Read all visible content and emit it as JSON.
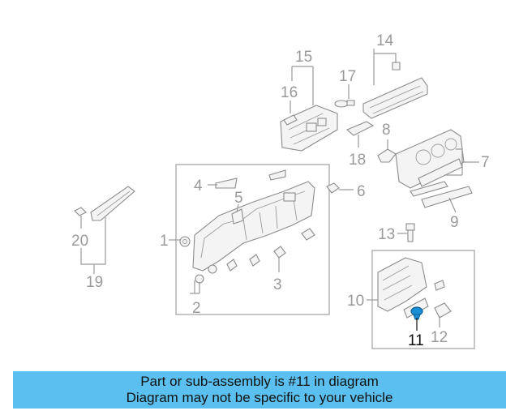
{
  "diagram": {
    "callouts": [
      "1",
      "2",
      "3",
      "4",
      "5",
      "6",
      "7",
      "8",
      "9",
      "10",
      "11",
      "12",
      "13",
      "14",
      "15",
      "16",
      "17",
      "18",
      "19",
      "20"
    ],
    "highlighted_part": "11",
    "highlight_color": "#1a8fd6"
  },
  "banner": {
    "line1": "Part or sub-assembly is #11 in diagram",
    "line2": "Diagram may not be specific to your vehicle",
    "background": "#5bc0f0"
  }
}
